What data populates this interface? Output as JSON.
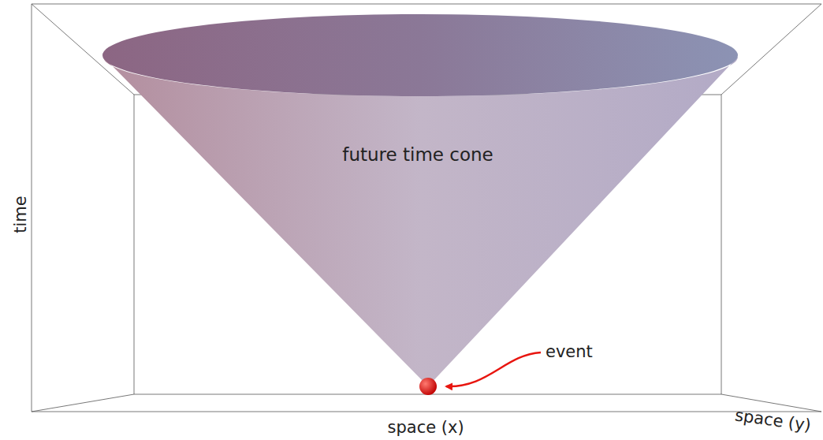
{
  "diagram": {
    "nodes": [
      {
        "text": [
          "future time cone"
        ]
      }
    ],
    "labels": [
      "time",
      "space (x)",
      "space (y)",
      "event"
    ]
  }
}
